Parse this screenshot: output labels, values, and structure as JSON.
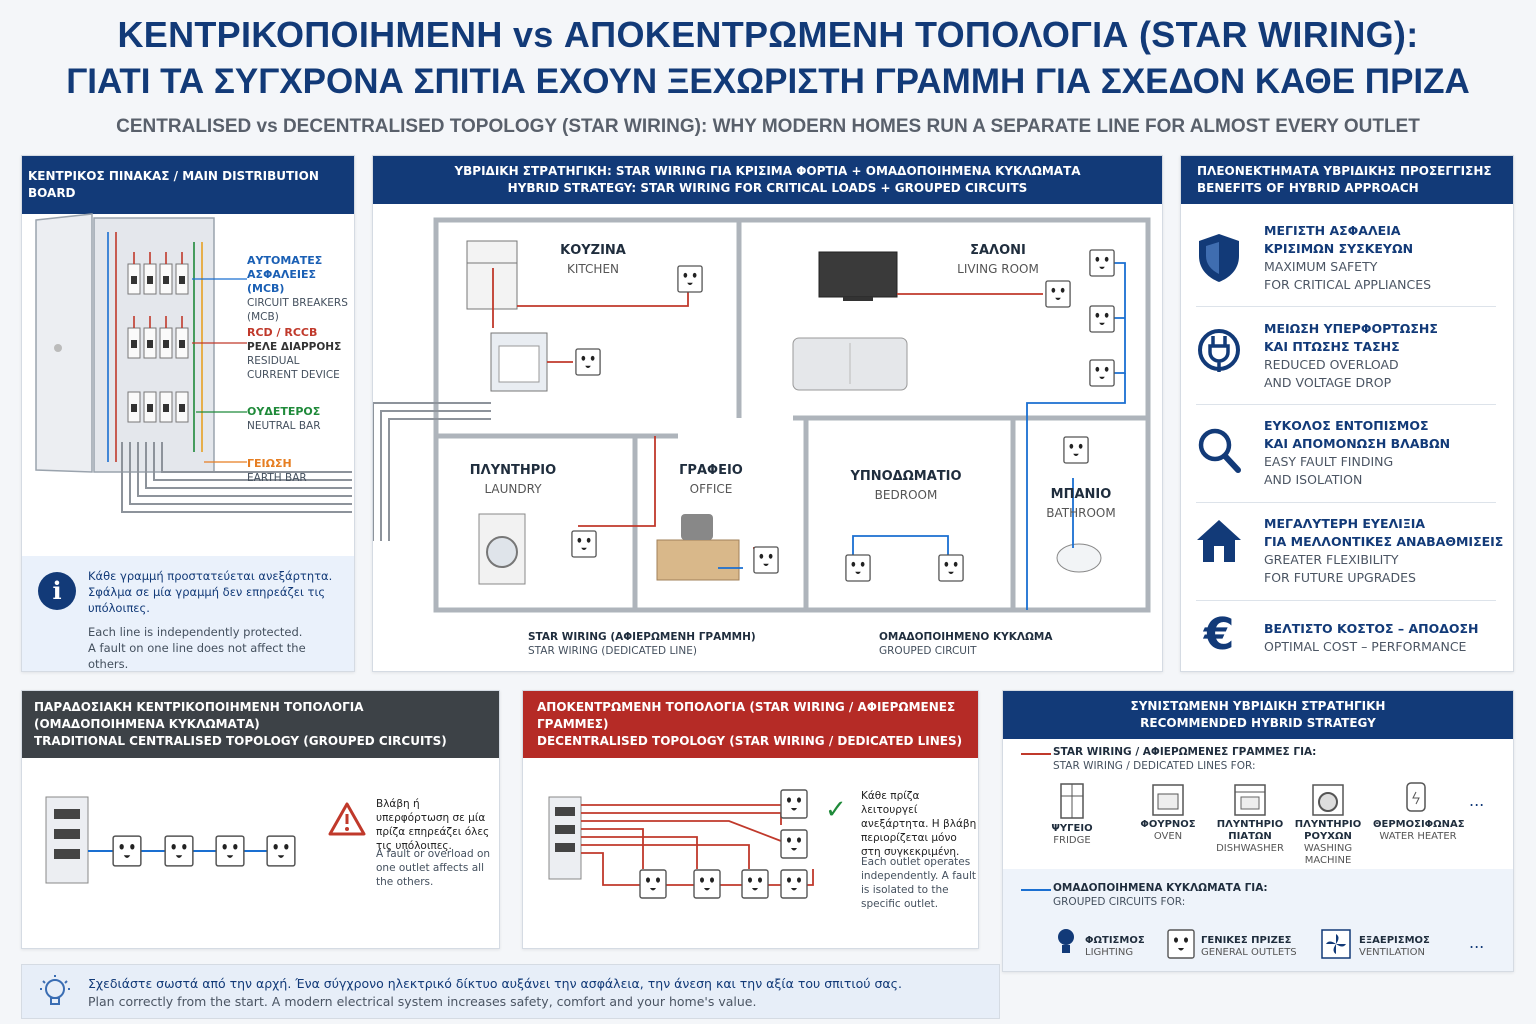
{
  "header": {
    "title_gr": "ΚΕΝΤΡΙΚΟΠΟΙΗΜΕΝΗ vs ΑΠΟΚΕΝΤΡΩΜΕΝΗ ΤΟΠΟΛΟΓΙΑ (STAR WIRING):",
    "subtitle_gr": "ΓΙΑΤΙ ΤΑ ΣΥΓΧΡΟΝΑ ΣΠΙΤΙΑ ΕΧΟΥΝ ΞΕΧΩΡΙΣΤΗ ΓΡΑΜΜΗ ΓΙΑ ΣΧΕΔΟΝ ΚΑΘΕ ΠΡΙΖΑ",
    "title_en": "CENTRALISED vs DECENTRALISED TOPOLOGY (STAR WIRING): WHY MODERN HOMES RUN A SEPARATE LINE FOR ALMOST EVERY OUTLET"
  },
  "board": {
    "header": "ΚΕΝΤΡΙΚΟΣ ΠΙΝΑΚΑΣ / MAIN DISTRIBUTION BOARD",
    "mcb_gr": "ΑΥΤΟΜΑΤΕΣ ΑΣΦΑΛΕΙΕΣ (MCB)",
    "mcb_en": "CIRCUIT BREAKERS (MCB)",
    "rcd_gr": "RCD / RCCB",
    "rcd_gr2": "ΡΕΛΕ ΔΙΑΡΡΟΗΣ",
    "rcd_en": "RESIDUAL CURRENT DEVICE",
    "neutral_gr": "ΟΥΔΕΤΕΡΟΣ",
    "neutral_en": "NEUTRAL BAR",
    "earth_gr": "ΓΕΙΩΣΗ",
    "earth_en": "EARTH BAR",
    "info_gr": "Κάθε γραμμή προστατεύεται ανεξάρτητα. Σφάλμα σε μία γραμμή δεν επηρεάζει τις υπόλοιπες.",
    "info_en1": "Each line is independently protected.",
    "info_en2": "A fault on one line does not affect the others."
  },
  "plan": {
    "header1": "ΥΒΡΙΔΙΚΗ ΣΤΡΑΤΗΓΙΚΗ: STAR WIRING ΓΙΑ ΚΡΙΣΙΜΑ ΦΟΡΤΙΑ + ΟΜΑΔΟΠΟΙΗΜΕΝΑ ΚΥΚΛΩΜΑΤΑ",
    "header2": "HYBRID STRATEGY: STAR WIRING FOR CRITICAL LOADS + GROUPED CIRCUITS",
    "rooms": [
      {
        "gr": "ΚΟΥΖΙΝΑ",
        "en": "KITCHEN"
      },
      {
        "gr": "ΣΑΛΟΝΙ",
        "en": "LIVING ROOM"
      },
      {
        "gr": "ΠΛΥΝΤΗΡΙΟ",
        "en": "LAUNDRY"
      },
      {
        "gr": "ΓΡΑΦΕΙΟ",
        "en": "OFFICE"
      },
      {
        "gr": "ΥΠΝΟΔΩΜΑΤΙΟ",
        "en": "BEDROOM"
      },
      {
        "gr": "ΜΠΑΝΙΟ",
        "en": "BATHROOM"
      }
    ],
    "legend_star_gr": "STAR WIRING (ΑΦΙΕΡΩΜΕΝΗ ΓΡΑΜΜΗ)",
    "legend_star_en": "STAR WIRING (DEDICATED LINE)",
    "legend_group_gr": "ΟΜΑΔΟΠΟΙΗΜΕΝΟ ΚΥΚΛΩΜΑ",
    "legend_group_en": "GROUPED CIRCUIT",
    "star_color": "#c0392b",
    "group_color": "#1a6fd1"
  },
  "benefits": {
    "header1": "ΠΛΕΟΝΕΚΤΗΜΑΤΑ ΥΒΡΙΔΙΚΗΣ ΠΡΟΣΕΓΓΙΣΗΣ",
    "header2": "BENEFITS OF HYBRID APPROACH",
    "items": [
      {
        "icon": "shield-icon",
        "g1": "ΜΕΓΙΣΤΗ ΑΣΦΑΛΕΙΑ",
        "g2": "ΚΡΙΣΙΜΩΝ ΣΥΣΚΕΥΩΝ",
        "e1": "MAXIMUM SAFETY",
        "e2": "FOR CRITICAL APPLIANCES"
      },
      {
        "icon": "plug-icon",
        "g1": "ΜΕΙΩΣΗ ΥΠΕΡΦΟΡΤΩΣΗΣ",
        "g2": "ΚΑΙ ΠΤΩΣΗΣ ΤΑΣΗΣ",
        "e1": "REDUCED OVERLOAD",
        "e2": "AND VOLTAGE DROP"
      },
      {
        "icon": "magnifier-icon",
        "g1": "ΕΥΚΟΛΟΣ ΕΝΤΟΠΙΣΜΟΣ",
        "g2": "ΚΑΙ ΑΠΟΜΟΝΩΣΗ ΒΛΑΒΩΝ",
        "e1": "EASY FAULT FINDING",
        "e2": "AND ISOLATION"
      },
      {
        "icon": "house-icon",
        "g1": "ΜΕΓΑΛΥΤΕΡΗ ΕΥΕΛΙΞΙΑ",
        "g2": "ΓΙΑ ΜΕΛΛΟΝΤΙΚΕΣ ΑΝΑΒΑΘΜΙΣΕΙΣ",
        "e1": "GREATER FLEXIBILITY",
        "e2": "FOR FUTURE UPGRADES"
      },
      {
        "icon": "euro-icon",
        "g1": "ΒΕΛΤΙΣΤΟ ΚΟΣΤΟΣ – ΑΠΟΔΟΣΗ",
        "g2": "",
        "e1": "OPTIMAL COST – PERFORMANCE",
        "e2": ""
      }
    ]
  },
  "traditional": {
    "header1": "ΠΑΡΑΔΟΣΙΑΚΗ ΚΕΝΤΡΙΚΟΠΟΙΗΜΕΝΗ ΤΟΠΟΛΟΓΙΑ (ΟΜΑΔΟΠΟΙΗΜΕΝΑ ΚΥΚΛΩΜΑΤΑ)",
    "header2": "TRADITIONAL CENTRALISED TOPOLOGY (GROUPED CIRCUITS)",
    "note_gr": "Βλάβη ή υπερφόρτωση σε μία πρίζα επηρεάζει όλες τις υπόλοιπες.",
    "note_en": "A fault or overload on one outlet affects all the others."
  },
  "decentral": {
    "header1": "ΑΠΟΚΕΝΤΡΩΜΕΝΗ ΤΟΠΟΛΟΓΙΑ (STAR WIRING / ΑΦΙΕΡΩΜΕΝΕΣ ΓΡΑΜΜΕΣ)",
    "header2": "DECENTRALISED TOPOLOGY (STAR WIRING / DEDICATED LINES)",
    "note_gr": "Κάθε πρίζα λειτουργεί ανεξάρτητα. Η βλάβη περιορίζεται μόνο στη συγκεκριμένη.",
    "note_en": "Each outlet operates independently. A fault is isolated to the specific outlet."
  },
  "recommended": {
    "header1": "ΣΥΝΙΣΤΩΜΕΝΗ ΥΒΡΙΔΙΚΗ ΣΤΡΑΤΗΓΙΚΗ",
    "header2": "RECOMMENDED HYBRID STRATEGY",
    "star_gr": "STAR WIRING / ΑΦΙΕΡΩΜΕΝΕΣ ΓΡΑΜΜΕΣ ΓΙΑ:",
    "star_en": "STAR WIRING / DEDICATED LINES FOR:",
    "star_items": [
      {
        "icon": "fridge-icon",
        "gr": "ΨΥΓΕΙΟ",
        "en": "FRIDGE"
      },
      {
        "icon": "oven-icon",
        "gr": "ΦΟΥΡΝΟΣ",
        "en": "OVEN"
      },
      {
        "icon": "dishwasher-icon",
        "gr": "ΠΛΥΝΤΗΡΙΟ ΠΙΑΤΩΝ",
        "en": "DISHWASHER"
      },
      {
        "icon": "washing-machine-icon",
        "gr": "ΠΛΥΝΤΗΡΙΟ ΡΟΥΧΩΝ",
        "en": "WASHING MACHINE"
      },
      {
        "icon": "water-heater-icon",
        "gr": "ΘΕΡΜΟΣΙΦΩΝΑΣ",
        "en": "WATER HEATER"
      }
    ],
    "group_gr": "ΟΜΑΔΟΠΟΙΗΜΕΝΑ ΚΥΚΛΩΜΑΤΑ ΓΙΑ:",
    "group_en": "GROUPED CIRCUITS FOR:",
    "group_items": [
      {
        "icon": "lightbulb-icon",
        "gr": "ΦΩΤΙΣΜΟΣ",
        "en": "LIGHTING"
      },
      {
        "icon": "outlet-icon",
        "gr": "ΓΕΝΙΚΕΣ ΠΡΙΖΕΣ",
        "en": "GENERAL OUTLETS"
      },
      {
        "icon": "fan-icon",
        "gr": "ΕΞΑΕΡΙΣΜΟΣ",
        "en": "VENTILATION"
      }
    ],
    "ellipsis": "..."
  },
  "footer": {
    "gr": "Σχεδιάστε σωστά από την αρχή. Ένα σύγχρονο ηλεκτρικό δίκτυο αυξάνει την ασφάλεια, την άνεση και την αξία του σπιτιού σας.",
    "en": "Plan correctly from the start. A modern electrical system increases safety, comfort and your home's value."
  }
}
